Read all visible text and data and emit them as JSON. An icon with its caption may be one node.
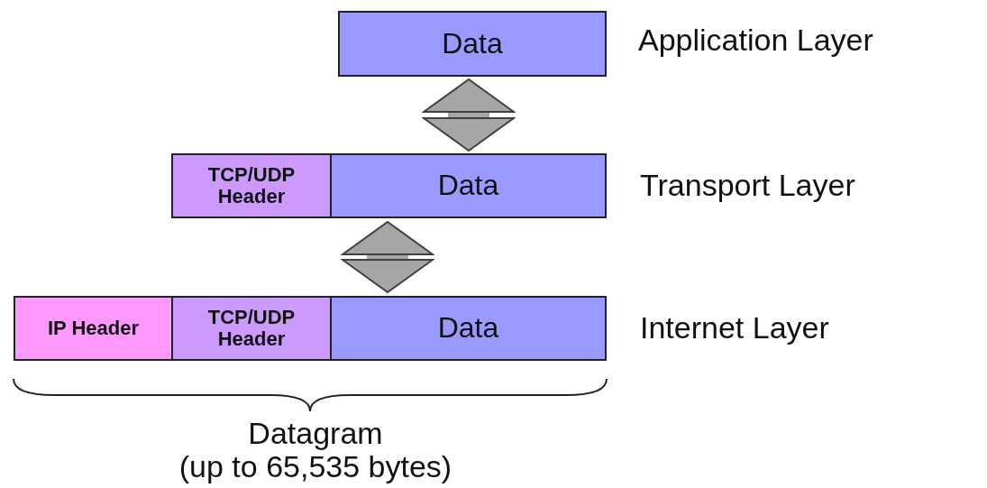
{
  "diagram": {
    "nodes": [
      {
        "text": [
          "Data"
        ]
      },
      {
        "text": [
          "TCP/UDP Header"
        ]
      },
      {
        "text": [
          "Data"
        ]
      },
      {
        "text": [
          "IP Header"
        ]
      },
      {
        "text": [
          "TCP/UDP Header"
        ]
      },
      {
        "text": [
          "Data"
        ]
      }
    ],
    "edges": [
      {
        "from": 0,
        "to": 2,
        "arrow": "both"
      },
      {
        "from": 2,
        "to": 5,
        "arrow": "both"
      }
    ],
    "labels": [
      "Application Layer",
      "Transport Layer",
      "Internet Layer",
      "Datagram (up to 65,535 bytes)"
    ]
  }
}
